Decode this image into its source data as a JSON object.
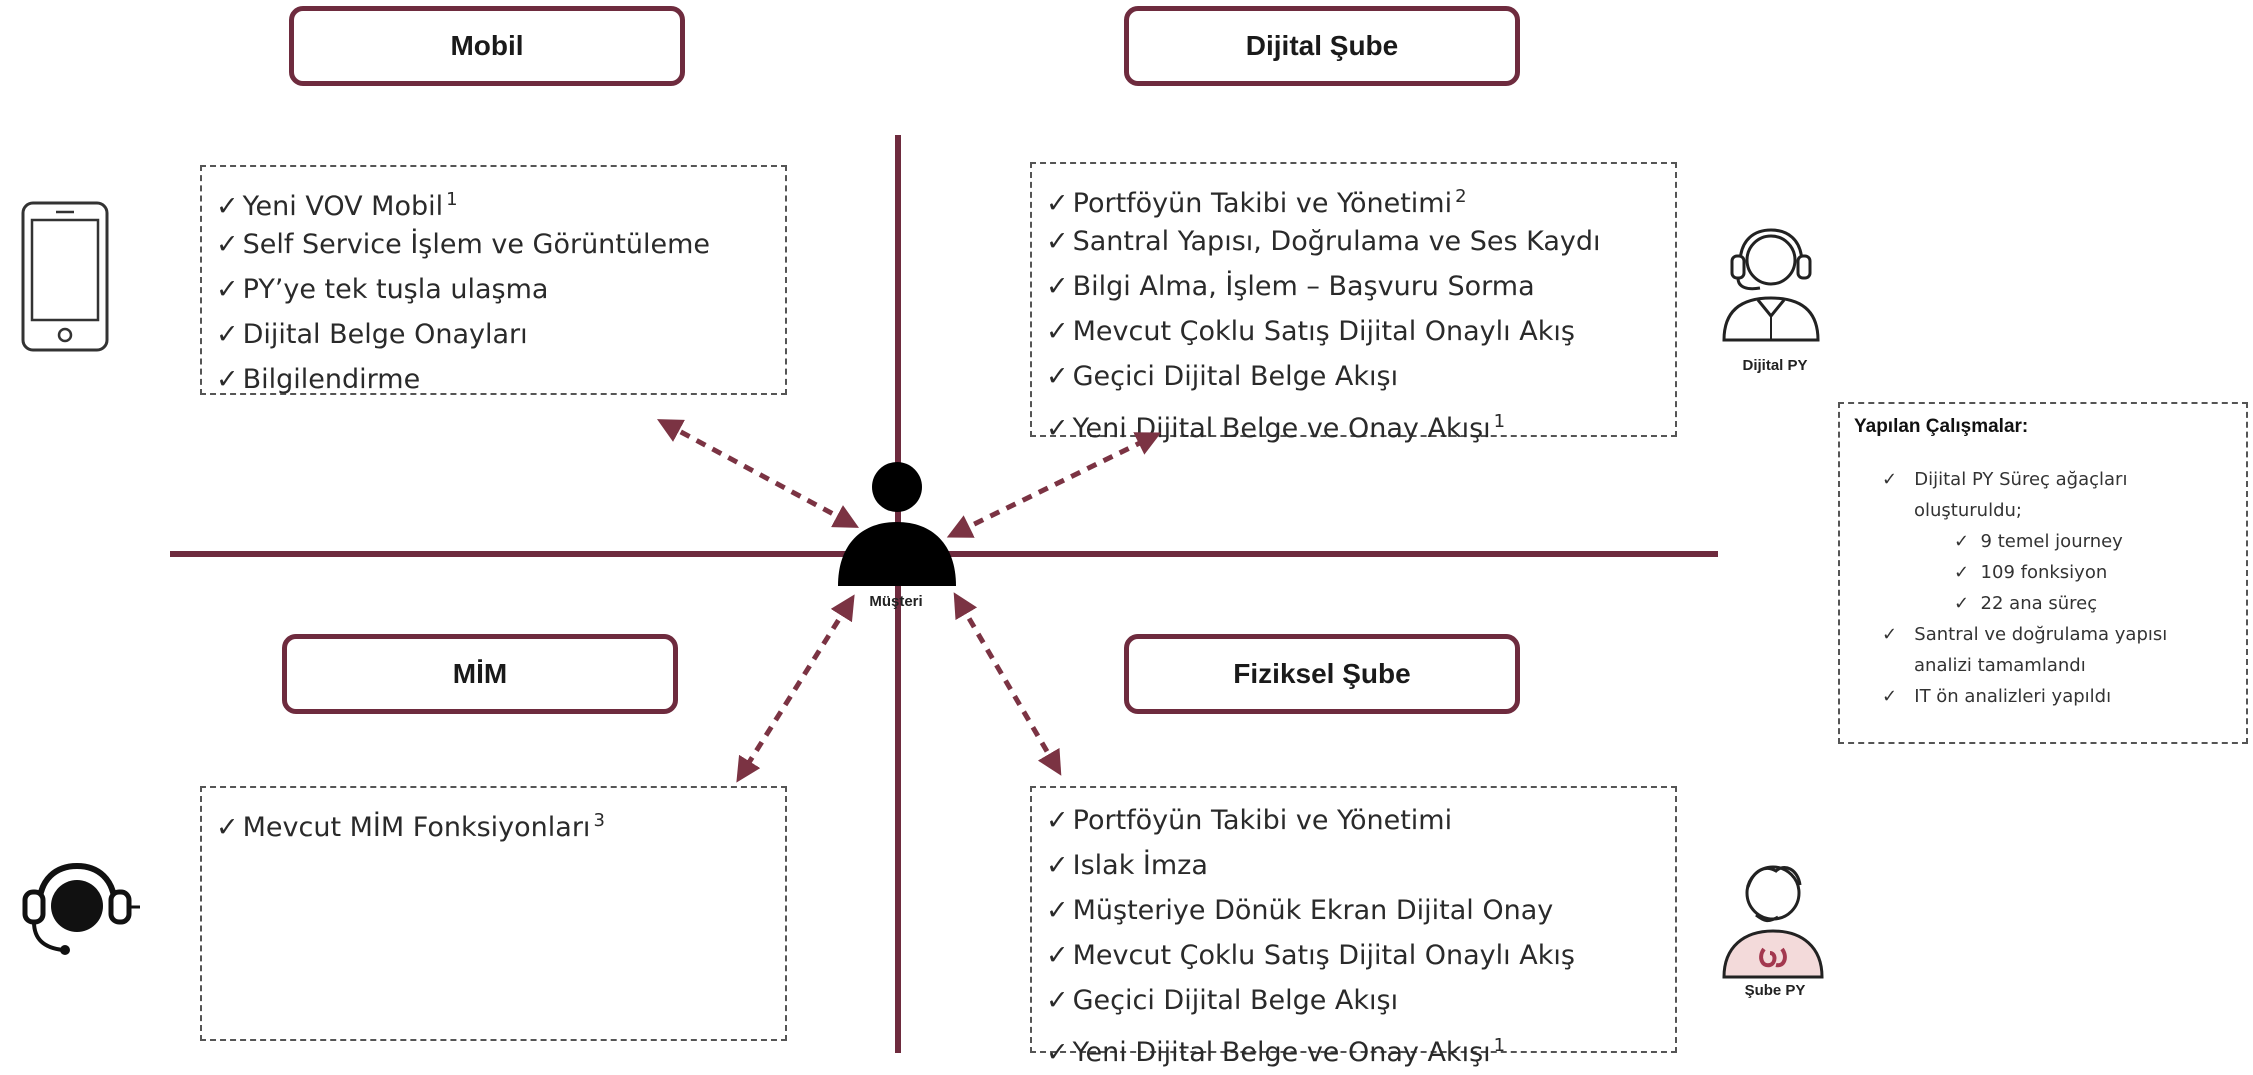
{
  "headers": {
    "mobil": "Mobil",
    "dijital_sube": "Dijital Şube",
    "mim": "MİM",
    "fiziksel_sube": "Fiziksel Şube"
  },
  "check": "✓",
  "mobil_items": [
    {
      "text": "Yeni VOV Mobil",
      "sup": "1"
    },
    {
      "text": "Self Service İşlem ve Görüntüleme",
      "sup": ""
    },
    {
      "text": "PY’ye tek tuşla ulaşma",
      "sup": ""
    },
    {
      "text": "Dijital Belge Onayları",
      "sup": ""
    },
    {
      "text": "Bilgilendirme",
      "sup": ""
    }
  ],
  "dijital_items": [
    {
      "text": "Portföyün Takibi ve Yönetimi",
      "sup": "2"
    },
    {
      "text": "Santral Yapısı, Doğrulama ve Ses Kaydı",
      "sup": ""
    },
    {
      "text": "Bilgi Alma, İşlem – Başvuru Sorma",
      "sup": ""
    },
    {
      "text": "Mevcut Çoklu Satış Dijital Onaylı Akış",
      "sup": ""
    },
    {
      "text": "Geçici Dijital Belge Akışı",
      "sup": ""
    },
    {
      "text": "Yeni Dijital Belge ve Onay Akışı",
      "sup": "1"
    }
  ],
  "mim_items": [
    {
      "text": "Mevcut MİM Fonksiyonları",
      "sup": "3"
    }
  ],
  "fiziksel_items": [
    {
      "text": "Portföyün Takibi ve Yönetimi",
      "sup": ""
    },
    {
      "text": "Islak İmza",
      "sup": ""
    },
    {
      "text": "Müşteriye Dönük Ekran Dijital Onay",
      "sup": ""
    },
    {
      "text": "Mevcut Çoklu Satış Dijital Onaylı Akış",
      "sup": ""
    },
    {
      "text": "Geçici Dijital Belge Akışı",
      "sup": ""
    },
    {
      "text": "Yeni Dijital Belge ve Onay Akışı",
      "sup": "1"
    }
  ],
  "center_label": "Müşteri",
  "captions": {
    "dijital_py": "Dijital PY",
    "sube_py": "Şube PY"
  },
  "side_panel": {
    "title": "Yapılan Çalışmalar:",
    "line1": "Dijital PY Süreç ağaçları",
    "line1b": "oluşturuldu;",
    "sub1": "9 temel journey",
    "sub2": "109 fonksiyon",
    "sub3": "22 ana süreç",
    "line2": "Santral ve doğrulama yapısı",
    "line2b": "analizi tamamlandı",
    "line3": "IT ön analizleri yapıldı"
  },
  "icons": [
    "phone-icon",
    "headset-person-icon",
    "customer-person-icon",
    "call-center-agent-icon",
    "branch-agent-icon"
  ],
  "colors": {
    "accent": "#6e2b3e",
    "arrow": "#7b3343",
    "text": "#2a2a2a"
  }
}
